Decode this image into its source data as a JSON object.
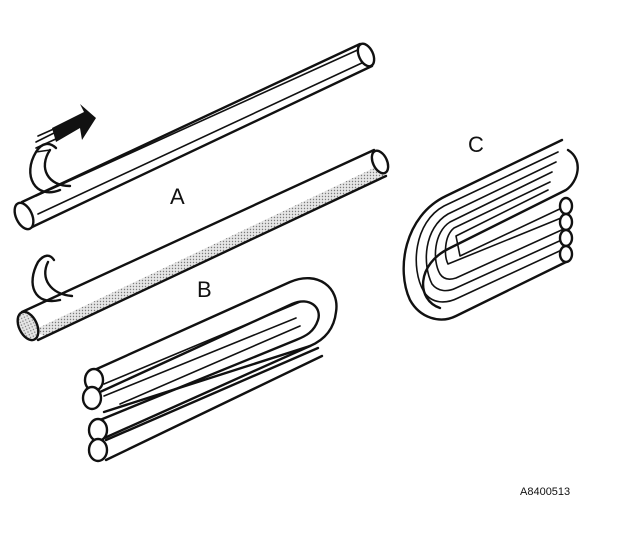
{
  "labels": {
    "a": "A",
    "b": "B",
    "c": "C"
  },
  "figure_code": "A8400513",
  "colors": {
    "line": "#111111",
    "shading": "#9a9a9a",
    "background": "#ffffff"
  },
  "icons": {
    "direction": "arrow-icon"
  }
}
